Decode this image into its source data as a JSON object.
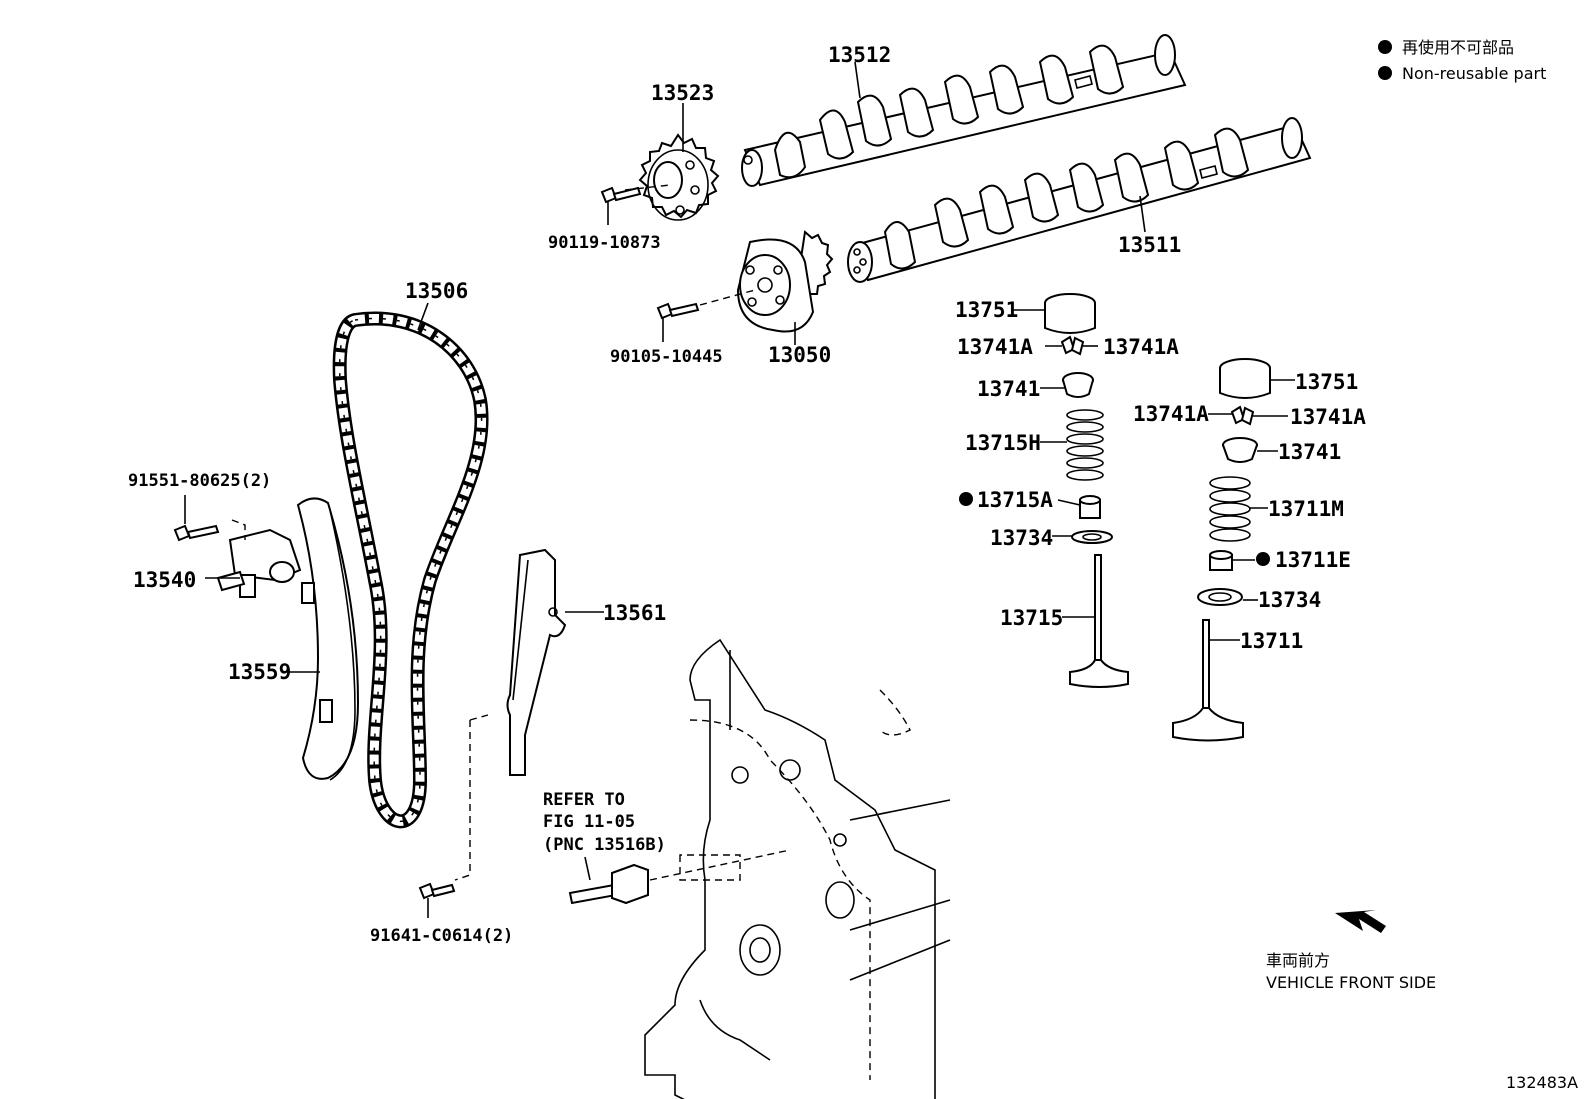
{
  "legend": {
    "jp": "再使用不可部品",
    "en": "Non-reusable part"
  },
  "parts": {
    "p13512": "13512",
    "p13523": "13523",
    "p13511": "13511",
    "p90119": "90119-10873",
    "p90105": "90105-10445",
    "p13050": "13050",
    "p13506": "13506",
    "p91551": "91551-80625(2)",
    "p13540": "13540",
    "p13559": "13559",
    "p13561": "13561",
    "p91641": "91641-C0614(2)",
    "p13751a": "13751",
    "p13741Aa1": "13741A",
    "p13741Aa2": "13741A",
    "p13741a": "13741",
    "p13715H": "13715H",
    "p13715A": "13715A",
    "p13734a": "13734",
    "p13715": "13715",
    "p13751b": "13751",
    "p13741Ab1": "13741A",
    "p13741Ab2": "13741A",
    "p13741b": "13741",
    "p13711M": "13711M",
    "p13711E": "13711E",
    "p13734b": "13734",
    "p13711": "13711"
  },
  "refer": {
    "line1": "REFER TO",
    "line2": "FIG 11-05",
    "line3": "(PNC 13516B)"
  },
  "front": {
    "jp": "車両前方",
    "en": "VEHICLE FRONT SIDE"
  },
  "figure_id": "132483A"
}
